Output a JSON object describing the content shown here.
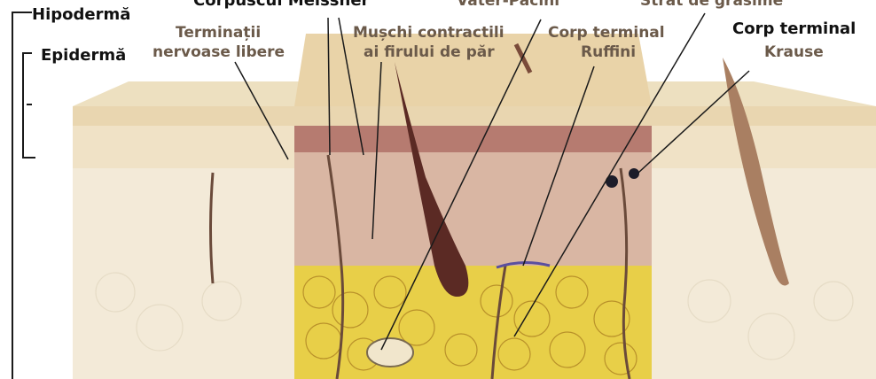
{
  "labels": {
    "hipoderma": "Hipodermă",
    "epiderma": "Epidermă",
    "meissner": "Corpuscul Meissner",
    "terminatii_line1": "Terminații",
    "terminatii_line2": "nervoase libere",
    "muschi_line1": "Mușchi contractili",
    "muschi_line2": "ai firului de păr",
    "vater_pacini": "Vater-Pacini",
    "ruffini_line1": "Corp terminal",
    "ruffini_line2": "Ruffini",
    "grasime": "Strat de grăsime",
    "krause_line1": "Corp terminal",
    "krause_line2": "Krause"
  },
  "colors": {
    "label_dark": "#111111",
    "label_muted": "#6b5a4a",
    "epidermis": "#e9d6b0",
    "dermis_center": "#d9b6a3",
    "dermis_dark": "#a9675f",
    "fat": "#e8cf48",
    "hair": "#5b2a24"
  }
}
